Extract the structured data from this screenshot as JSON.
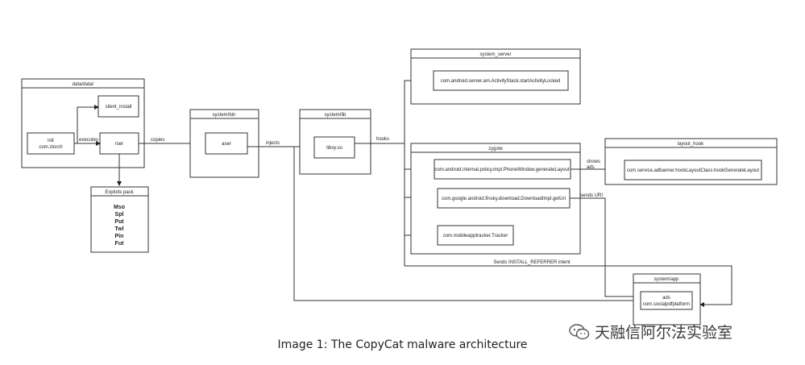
{
  "caption": "Image 1: The CopyCat malware architecture",
  "watermark": "天融信阿尔法实验室",
  "boxes": {
    "data_data": {
      "title": "data/data/"
    },
    "silent_install": {
      "label": "silent_install"
    },
    "init": {
      "line1": "init",
      "line2": "com.ztorch"
    },
    "rser": {
      "label": "rser"
    },
    "exploits": {
      "title": "Exploits pack",
      "items": [
        "Mso",
        "Spl",
        "Put",
        "Twl",
        "Pin",
        "Fut"
      ]
    },
    "system_bin": {
      "title": "system/bin",
      "inner": "aser"
    },
    "system_lib": {
      "title": "system/lib",
      "inner": "libxy.so"
    },
    "system_server": {
      "title": "system_server",
      "inner": "com.android.server.am.ActivityStack.startActivityLocked"
    },
    "zygote": {
      "title": "zygote",
      "items": [
        "com.android.internal.policy.impl.PhoneWindow.generateLayout",
        "com.google.android.finsky.download.DownloadImpl.getUri",
        "com.mobileapptracker.Tracker"
      ]
    },
    "layout_hook": {
      "title": "layout_hook",
      "inner": "com.service.adbanner.hookLayoutClass.hookGenerateLayout"
    },
    "system_app": {
      "title": "system/app",
      "line1": "ads",
      "line2": "com.socialpdfplatform"
    }
  },
  "edges": {
    "executes": "executes",
    "copies": "copies",
    "injects": "injects",
    "hooks": "hooks",
    "shows_ads_1": "shows",
    "shows_ads_2": "ads",
    "sends_uri": "sends URI",
    "sends_referrer": "Sends INSTALL_REFERRER intent"
  }
}
